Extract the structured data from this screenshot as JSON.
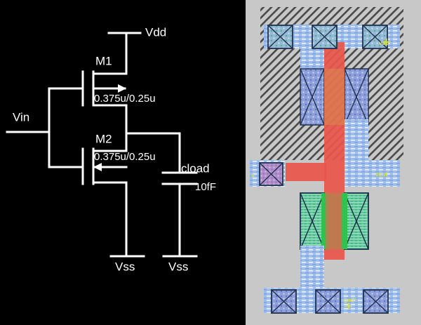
{
  "panels": {
    "schematic_name": "cmos-inverter-schematic",
    "layout_name": "cmos-inverter-layout"
  },
  "schematic": {
    "supply_top": "Vdd",
    "input": "Vin",
    "m1_name": "M1",
    "m1_size": "0.375u/0.25u",
    "m2_name": "M2",
    "m2_size": "0.375u/0.25u",
    "cap_name": "cload",
    "cap_value": "10fF",
    "ground_left": "Vss",
    "ground_right": "Vss",
    "wire_color": "#ffffff",
    "background": "#000000"
  },
  "layout": {
    "labels": {
      "vdd": "vdd!",
      "input": "a",
      "output": "cout",
      "gnd": "gnd!"
    },
    "label_color": "#d4e04a",
    "background": "#c8c8c8",
    "layers": [
      {
        "name": "nwell",
        "color": "#9a9a9a",
        "fill_style": "diagonal-hatch"
      },
      {
        "name": "metal1",
        "color": "#8fb4e8",
        "fill_style": "wave-hatch"
      },
      {
        "name": "pdiffusion",
        "color": "#7a8fd0",
        "fill_style": "dot-hatch"
      },
      {
        "name": "ndiffusion",
        "color": "#54c48a",
        "fill_style": "line-hatch"
      },
      {
        "name": "poly",
        "color": "#e85a4f",
        "fill_style": "solid"
      },
      {
        "name": "polycontact",
        "color": "#2ec04c",
        "fill_style": "solid"
      },
      {
        "name": "contact",
        "color": "#2a3550",
        "fill_style": "cross"
      },
      {
        "name": "via",
        "color": "#a679c8",
        "fill_style": "cross"
      }
    ]
  }
}
